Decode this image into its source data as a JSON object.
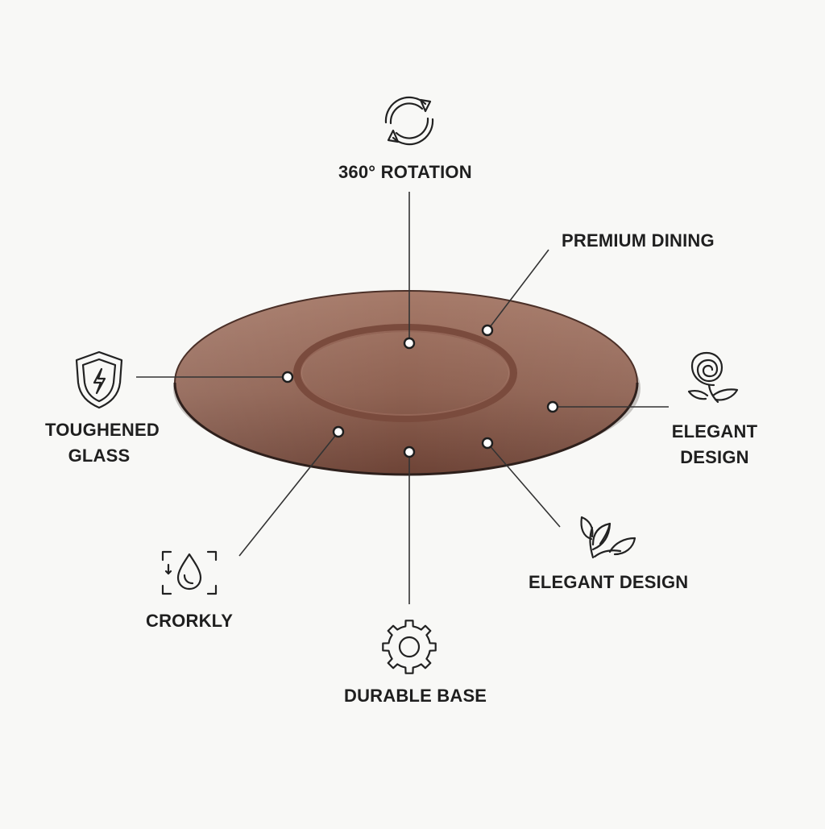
{
  "features": {
    "rotation": {
      "label": "360° ROTATION",
      "icon": "rotation-arrows-icon"
    },
    "premium_dining": {
      "label": "PREMIUM DINING"
    },
    "toughened_glass": {
      "line1": "TOUGHENED",
      "line2": "GLASS",
      "icon": "shield-lightning-icon"
    },
    "elegant_design_right": {
      "line1": "ELEGANT",
      "line2": "DESIGN",
      "icon": "rose-icon"
    },
    "crorkly": {
      "label": "CRORKLY",
      "icon": "water-drop-icon"
    },
    "elegant_design_lower": {
      "label": "ELEGANT DESIGN",
      "icon": "leaves-icon"
    },
    "durable_base": {
      "label": "DURABLE BASE",
      "icon": "gear-icon"
    }
  },
  "colors": {
    "background": "#f8f8f6",
    "glass_top": "#9b6d5c",
    "glass_bottom": "#7b4c3d",
    "glass_edge": "#3a2925",
    "line": "#3a3a3a",
    "text": "#1f1f1f"
  }
}
